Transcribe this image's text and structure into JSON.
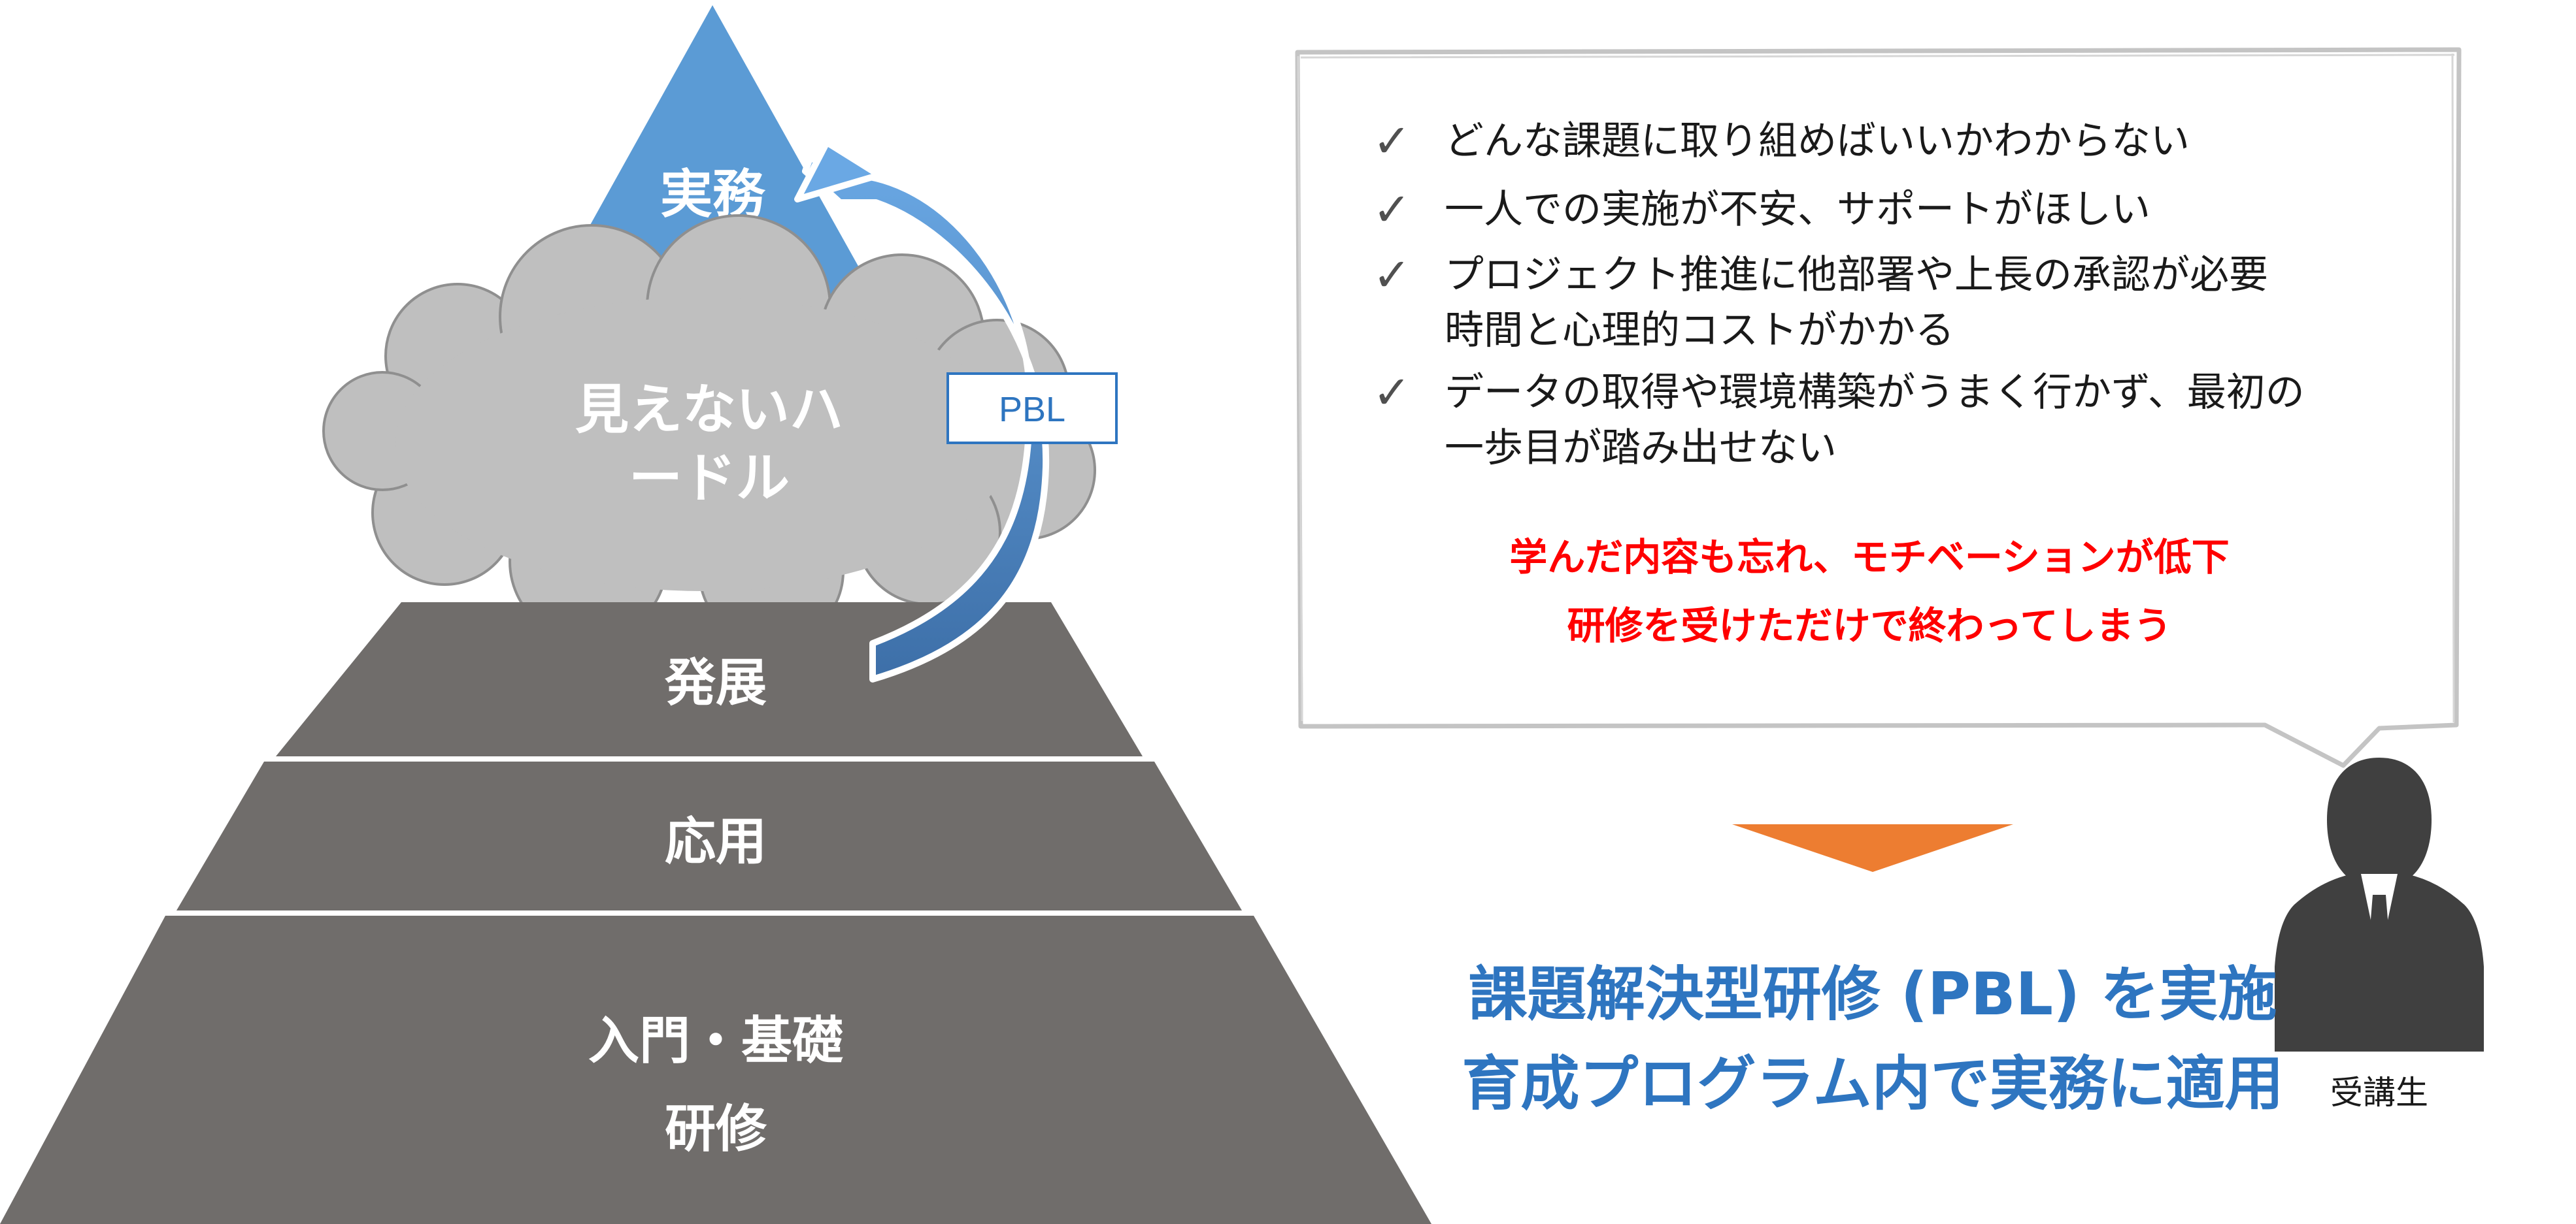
{
  "pyramid": {
    "top_label": "実務",
    "cloud_label_line1": "見えないハ",
    "cloud_label_line2": "ードル",
    "pbl_box": "PBL",
    "levels": [
      {
        "line1": "発展",
        "line2": ""
      },
      {
        "line1": "応用",
        "line2": ""
      },
      {
        "line1": "入門・基礎",
        "line2": "研修"
      }
    ]
  },
  "bubble": {
    "check_glyph": "✓",
    "items": [
      {
        "line1": "どんな課題に取り組めばいいかわからない",
        "line2": ""
      },
      {
        "line1": "一人での実施が不安、サポートがほしい",
        "line2": ""
      },
      {
        "line1": "プロジェクト推進に他部署や上長の承認が必要",
        "line2": "時間と心理的コストがかかる"
      },
      {
        "line1": "データの取得や環境構築がうまく行かず、最初の",
        "line2": "一歩目が踏み出せない"
      }
    ],
    "warning_line1": "学んだ内容も忘れ、モチベーションが低下",
    "warning_line2": "研修を受けただけで終わってしまう"
  },
  "person": {
    "label": "受講生"
  },
  "solution": {
    "line1": "課題解決型研修 (PBL) を実施",
    "line2": "育成プログラム内で実務に適用"
  },
  "colors": {
    "blue_triangle": "#5b9bd5",
    "cloud": "#bfbfbf",
    "pyramid_gray": "#706d6b",
    "arrow_blue": "#4f87c4",
    "check_gray": "#505050",
    "warning_red": "#ff0000",
    "solution_blue": "#2e75c0",
    "orange_arrow": "#ed7d31",
    "person_gray": "#404040"
  }
}
